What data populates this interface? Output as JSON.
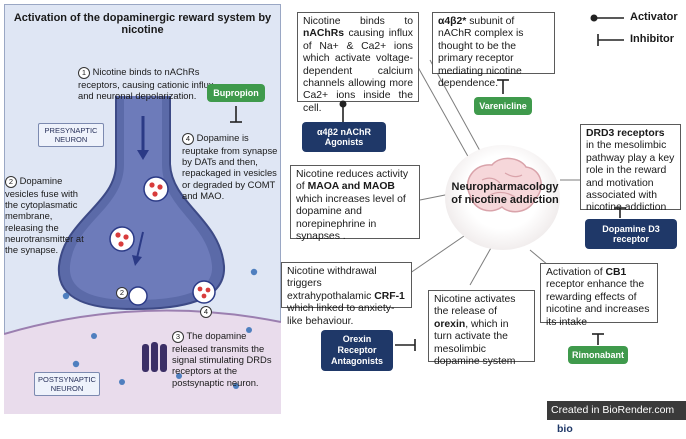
{
  "panel": {
    "title": "Activation of the dopaminergic reward system by nicotine",
    "presynaptic_label": "PRESYNAPTIC NEURON",
    "postsynaptic_label": "POSTSYNAPTIC NEURON",
    "step1": "Nicotine binds to nAChRs receptors, causing cationic influx and neuronal depolarization.",
    "step2": "Dopamine vesicles fuse with the cytoplasmatic membrane, releasing the neurotransmitter at the synapse.",
    "step3": "The dopamine released transmits the signal stimulating DRDs receptors at the postsynaptic neuron.",
    "step4": "Dopamine is reuptake from synapse by DATs and then, repackaged in vesicles or degraded by COMT and MAO.",
    "bupropion": "Bupropion",
    "n1": "1",
    "n2": "2",
    "n3": "3",
    "n4": "4"
  },
  "center": {
    "title": "Neuropharmacology of nicotine addiction"
  },
  "boxes": {
    "nachr_text_a": "Nicotine binds to ",
    "nachr_bold": "nAChRs",
    "nachr_text_b": " causing influx of Na+ & Ca2+ ions which activate voltage-dependent calcium channels allowing more Ca2+ ions inside the cell.",
    "a4b2_bold": "α4β2*",
    "a4b2_text": " subunit of nAChR complex is thought to be the primary receptor mediating nicotine dependence.",
    "drd3_bold": "DRD3 receptors",
    "drd3_text": " in the mesolimbic pathway play a key role in the reward and motivation associated with nicotine addiction",
    "maoa_text_a": "Nicotine reduces activity of ",
    "maoa_bold": "MAOA and MAOB",
    "maoa_text_b": " which increases level of dopamine and norepinephrine in synapses .",
    "crf_text_a": "Nicotine withdrawal triggers extrahypothalamic ",
    "crf_bold": "CRF-1",
    "crf_text_b": " which linked to anxiety-like behaviour.",
    "cb1_text_a": "Activation of ",
    "cb1_bold": "CB1",
    "cb1_text_b": " receptor enhance the rewarding effects of nicotine and increases its intake",
    "orexin_text_a": "Nicotine activates the release of ",
    "orexin_bold": "orexin",
    "orexin_text_b": ", which in turn activate the mesolimbic dopamine system"
  },
  "pills": {
    "varenicline": "Varenicline",
    "a4b2_agonists": "α4β2 nAChR Agonists",
    "dopamine_d3": "Dopamine D3 receptor",
    "rimonabant": "Rimonabant",
    "orexin_antagonists": "Orexin Receptor Antagonists"
  },
  "legend": {
    "activator": "Activator",
    "inhibitor": "Inhibitor"
  },
  "footer": {
    "text": "Created in BioRender.com",
    "logo": "bio"
  },
  "colors": {
    "panel_bg": "#dfe6f4",
    "neuron_fill": "#5b6aa8",
    "green_pill": "#3f9a4c",
    "navy_pill": "#1f3868",
    "dopamine_red": "#d83c3c"
  }
}
